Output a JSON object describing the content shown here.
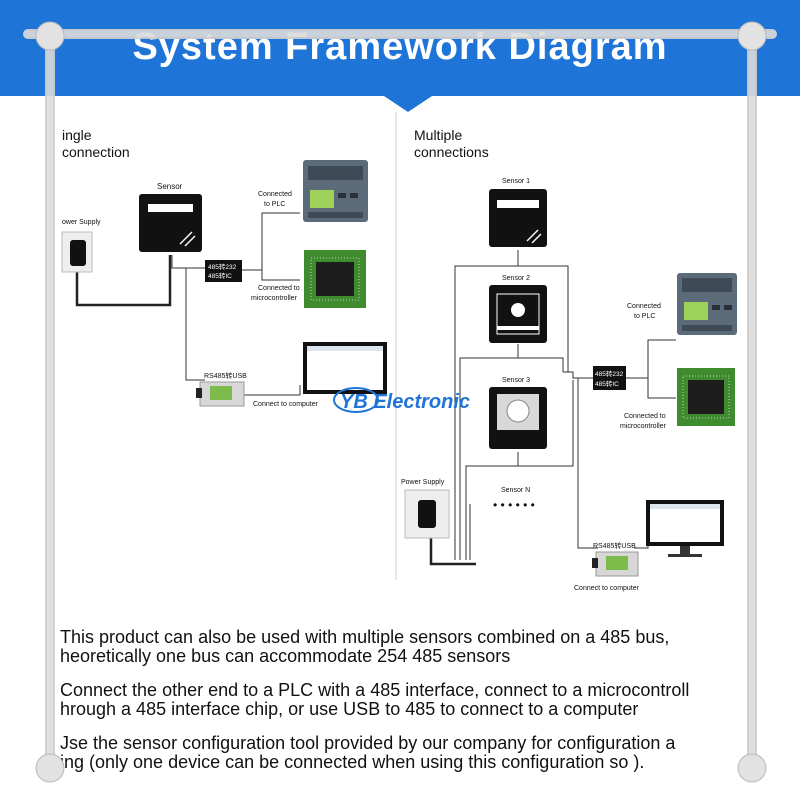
{
  "title": "System Framework Diagram",
  "single": {
    "heading_line1": "ingle",
    "heading_line2": "connection",
    "sensor": "Sensor",
    "power_supply": "ower Supply",
    "converter_line1": "485转232",
    "converter_line2": "485转IC",
    "plc": "Connected to PLC",
    "plc_line1": "Connected",
    "plc_line2": "to PLC",
    "mcu_line1": "Connected to",
    "mcu_line2": "microcontroller",
    "usb": "RS485转USB",
    "computer": "Connect to computer"
  },
  "multiple": {
    "heading_line1": "Multiple",
    "heading_line2": "connections",
    "sensor1": "Sensor 1",
    "sensor2": "Sensor 2",
    "sensor3": "Sensor 3",
    "sensorN": "Sensor N",
    "power_supply": "Power Supply",
    "converter_line1": "485转232",
    "converter_line2": "485转IC",
    "plc_line1": "Connected",
    "plc_line2": "to PLC",
    "mcu_line1": "Connected to",
    "mcu_line2": "microcontroller",
    "usb": "RS485转USB",
    "computer": "Connect to computer"
  },
  "watermark": "YB Electronic",
  "paragraphs": [
    {
      "line1": "This product can also be used with multiple sensors combined on a 485 bus,",
      "line2": "heoretically one bus can accommodate 254 485 sensors"
    },
    {
      "line1": "Connect the other end to a PLC with a 485 interface, connect to a microcontroll",
      "line2": "hrough a 485 interface chip, or use USB to 485 to connect to a computer"
    },
    {
      "line1": "Jse the sensor configuration tool provided by our company for configuration a",
      "line2": "ing (only one device can be connected when using this configuration so        )."
    }
  ],
  "colors": {
    "banner": "#1e74d7",
    "device": "#111111",
    "plc_body": "#5c6b7a",
    "plc_screen": "#9fd25a",
    "pcb": "#3f8c2f",
    "frame": "#d9d9d9"
  }
}
